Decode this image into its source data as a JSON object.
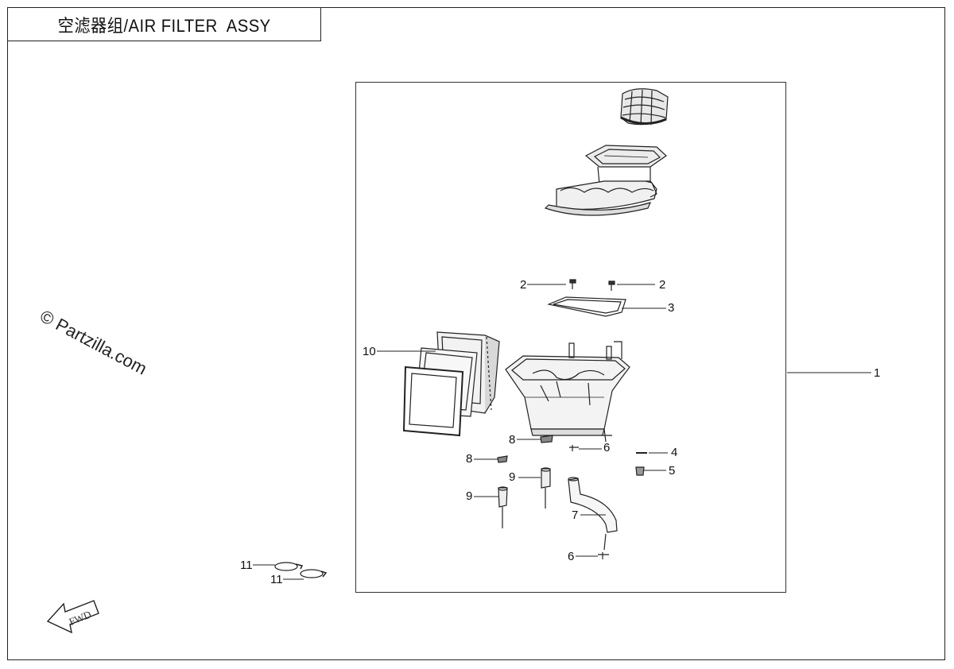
{
  "title": "空滤器组/AIR FILTER  ASSY",
  "watermark": "© Partzilla.com",
  "fwd_label": "FWD",
  "callouts": {
    "c1": "1",
    "c2a": "2",
    "c2b": "2",
    "c3": "3",
    "c4": "4",
    "c5": "5",
    "c6a": "6",
    "c6b": "6",
    "c7": "7",
    "c8a": "8",
    "c8b": "8",
    "c9a": "9",
    "c9b": "9",
    "c10": "10",
    "c11a": "11",
    "c11b": "11"
  }
}
